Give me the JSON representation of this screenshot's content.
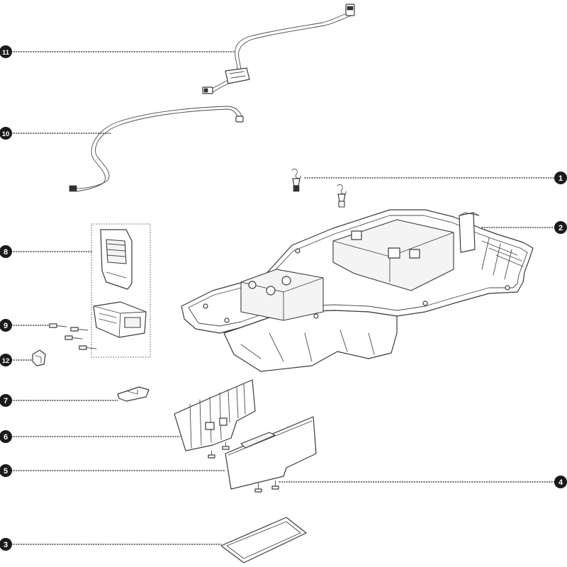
{
  "callouts": [
    {
      "id": "c1",
      "label": "1"
    },
    {
      "id": "c2",
      "label": "2"
    },
    {
      "id": "c3",
      "label": "3"
    },
    {
      "id": "c4",
      "label": "4"
    },
    {
      "id": "c5",
      "label": "5"
    },
    {
      "id": "c6",
      "label": "6"
    },
    {
      "id": "c7",
      "label": "7"
    },
    {
      "id": "c8",
      "label": "8"
    },
    {
      "id": "c9",
      "label": "9"
    },
    {
      "id": "c10",
      "label": "10"
    },
    {
      "id": "c11",
      "label": "11"
    },
    {
      "id": "c12",
      "label": "12"
    }
  ],
  "colors": {
    "line": "#3a3a3a",
    "callout": "#1a1a1a",
    "background": "#ffffff"
  }
}
